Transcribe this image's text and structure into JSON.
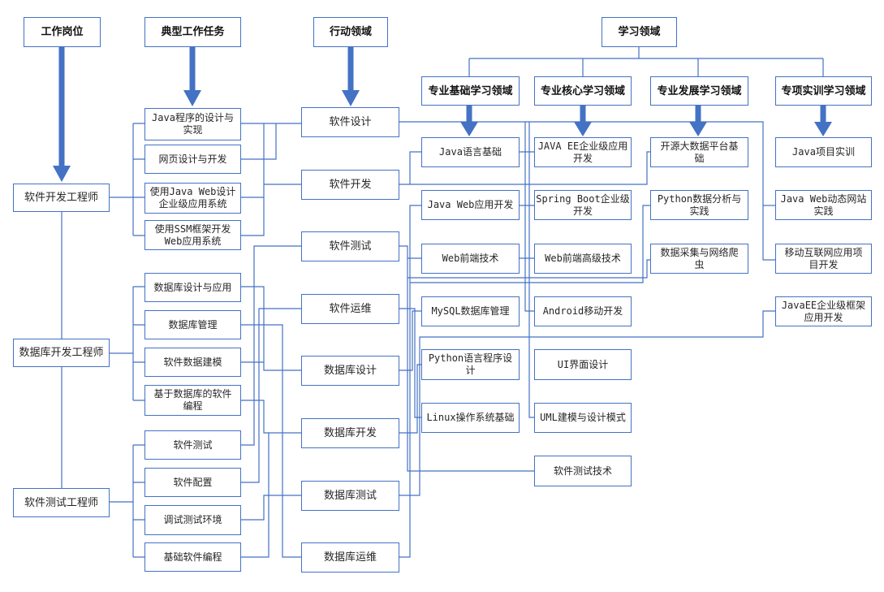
{
  "headers": {
    "job": "工作岗位",
    "task": "典型工作任务",
    "action": "行动领域",
    "learning": "学习领域"
  },
  "learning_categories": [
    "专业基础学习领域",
    "专业核心学习领域",
    "专业发展学习领域",
    "专项实训学习领域"
  ],
  "jobs": [
    "软件开发工程师",
    "数据库开发工程师",
    "软件测试工程师"
  ],
  "tasks": [
    "Java程序的设计与实现",
    "网页设计与开发",
    "使用Java Web设计企业级应用系统",
    "使用SSM框架开发Web应用系统",
    "数据库设计与应用",
    "数据库管理",
    "软件数据建模",
    "基于数据库的软件编程",
    "软件测试",
    "软件配置",
    "调试测试环境",
    "基础软件编程"
  ],
  "actions": [
    "软件设计",
    "软件开发",
    "软件测试",
    "软件运维",
    "数据库设计",
    "数据库开发",
    "数据库测试",
    "数据库运维"
  ],
  "courses": {
    "basic": [
      "Java语言基础",
      "Java Web应用开发",
      "Web前端技术",
      "MySQL数据库管理",
      "Python语言程序设计",
      "Linux操作系统基础"
    ],
    "core": [
      "JAVA EE企业级应用开发",
      "Spring Boot企业级开发",
      "Web前端高级技术",
      "Android移动开发",
      "UI界面设计",
      "UML建模与设计模式",
      "软件测试技术"
    ],
    "development": [
      "开源大数据平台基础",
      "Python数据分析与实践",
      "数据采集与网络爬虫"
    ],
    "practical": [
      "Java项目实训",
      "Java Web动态网站实践",
      "移动互联网应用项目开发",
      "JavaEE企业级框架应用开发"
    ]
  },
  "colors": {
    "border": "#4472C4",
    "connector": "#4472C4",
    "arrow": "#4472C4",
    "text": "#262626"
  }
}
